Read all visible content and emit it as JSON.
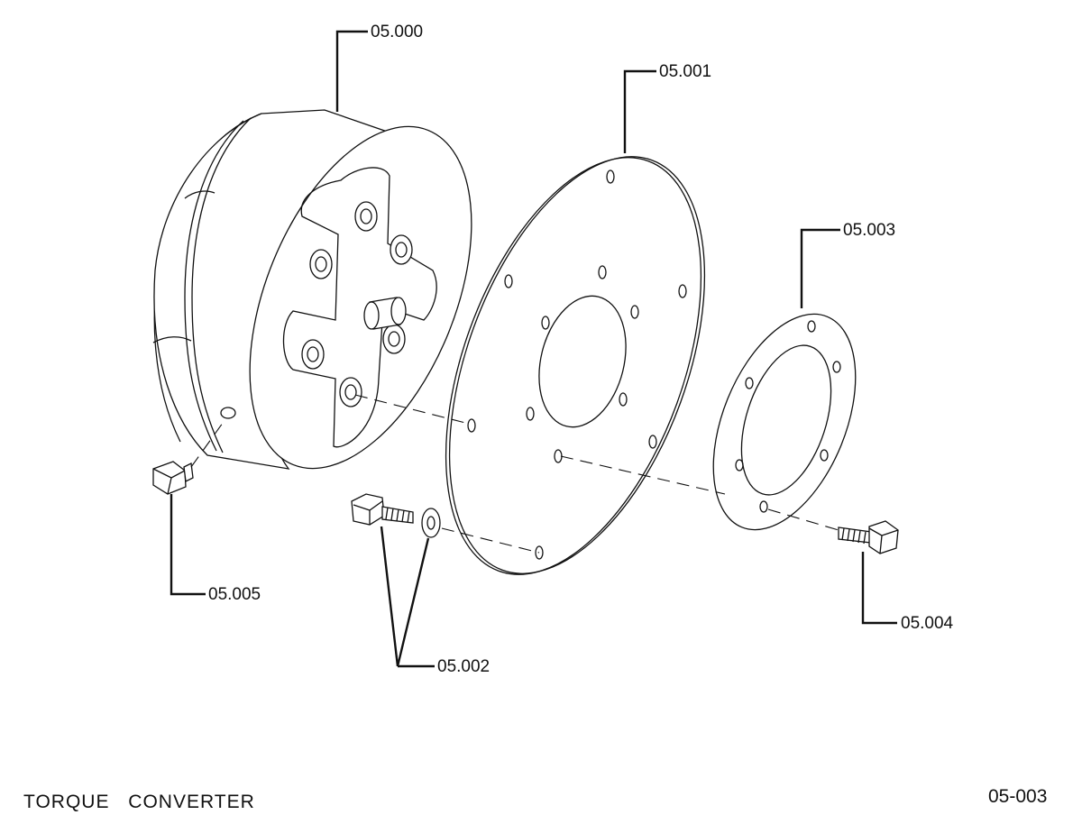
{
  "diagram": {
    "title": "TORQUE   CONVERTER",
    "sheet_number": "05-003",
    "parts": [
      {
        "id": "torque-converter",
        "label": "05.000"
      },
      {
        "id": "flex-plate",
        "label": "05.001"
      },
      {
        "id": "bolt-and-washer",
        "label": "05.002"
      },
      {
        "id": "reinforcement-ring",
        "label": "05.003"
      },
      {
        "id": "ring-bolt",
        "label": "05.004"
      },
      {
        "id": "drain-plug",
        "label": "05.005"
      }
    ]
  }
}
